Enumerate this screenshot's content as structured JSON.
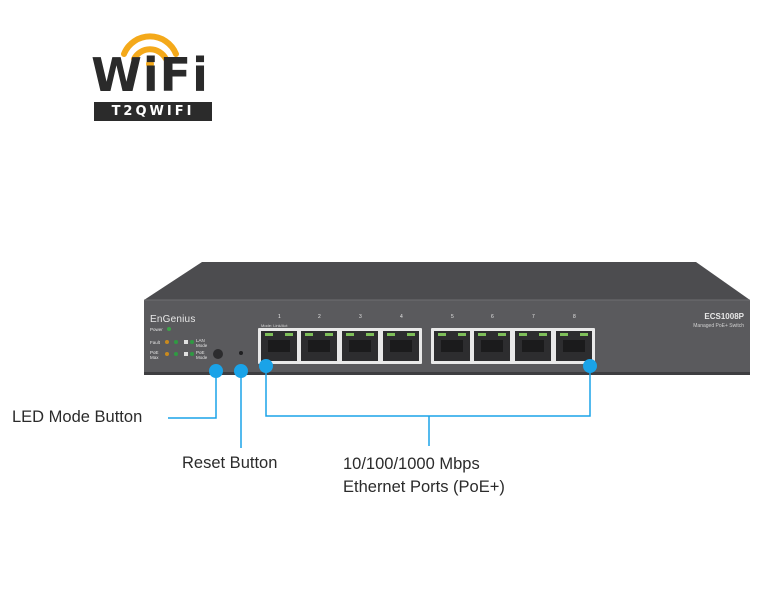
{
  "logo": {
    "word": "WiFi",
    "band_text": "T2QWIFI",
    "accent_color": "#f4a91a"
  },
  "device": {
    "brand": "EnGenius",
    "model": "ECS1008P",
    "model_subtitle": "Managed PoE+ Switch",
    "led_labels": {
      "power": "Power",
      "fault": "Fault",
      "poe_max": "PoE Max",
      "lan_mode": "LAN Mode",
      "poe_mode": "PoE Mode"
    },
    "mode_text": "Mode: Link/Act",
    "port_numbers": [
      "1",
      "2",
      "3",
      "4",
      "5",
      "6",
      "7",
      "8"
    ],
    "body_color": "#555558",
    "callout_color": "#1aa3e8"
  },
  "callouts": {
    "led_mode_button": "LED Mode Button",
    "reset_button": "Reset Button",
    "ports_line1": "10/100/1000 Mbps",
    "ports_line2": "Ethernet Ports (PoE+)"
  }
}
